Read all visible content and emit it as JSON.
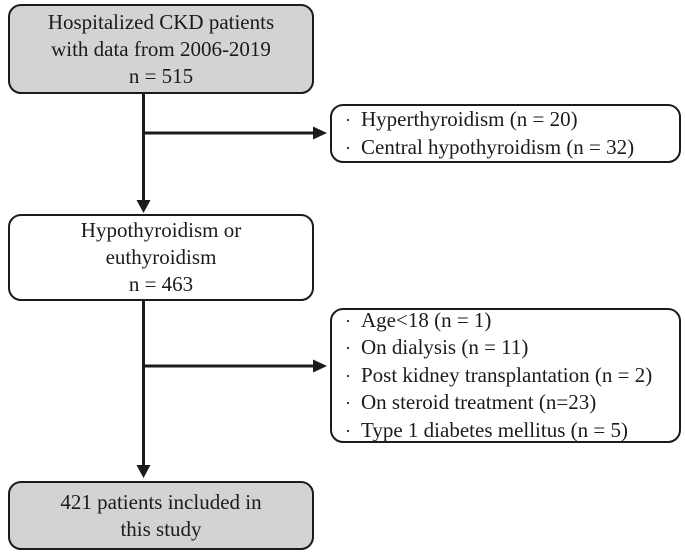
{
  "figure": {
    "description": "Patient selection flow diagram",
    "bullet_char": "·"
  },
  "colors": {
    "box_fill_gray": "#d3d3d3",
    "box_fill_white": "#ffffff",
    "border_and_lines": "#1b1b1b",
    "text": "#1b1b1b"
  },
  "boxes": {
    "cohort_initial": {
      "lines": [
        "Hospitalized CKD patients",
        "with data from 2006-2019",
        "n = 515"
      ],
      "n": 515
    },
    "exclusion_first": {
      "items": [
        "Hyperthyroidism (n = 20)",
        "Central hypothyroidism (n = 32)"
      ]
    },
    "cohort_intermediate": {
      "lines": [
        "Hypothyroidism or",
        "euthyroidism",
        "n = 463"
      ],
      "n": 463
    },
    "exclusion_second": {
      "items": [
        "Age<18 (n = 1)",
        "On dialysis (n = 11)",
        "Post kidney transplantation (n = 2)",
        "On steroid treatment (n=23)",
        "Type 1 diabetes mellitus (n = 5)"
      ]
    },
    "cohort_final": {
      "lines": [
        "421 patients included in",
        "this study"
      ],
      "n": 421
    }
  }
}
